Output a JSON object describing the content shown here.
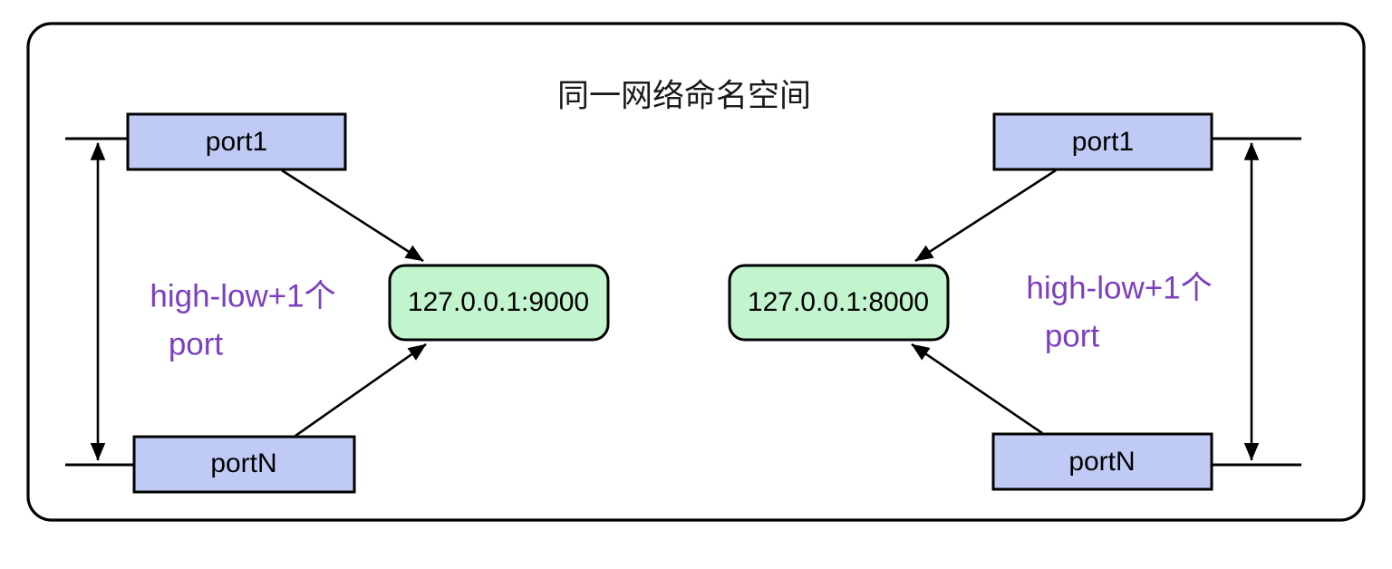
{
  "diagram": {
    "title": "同一网络命名空间",
    "frame": {
      "border_color": "#000000",
      "fill": "#ffffff"
    },
    "colors": {
      "port_box_fill": "#bfcbf5",
      "address_box_fill": "#c2f5ce",
      "stroke": "#000000",
      "annotation_text": "#7b3fbf",
      "title_text": "#1a1a1a"
    },
    "left_group": {
      "top_port": "port1",
      "bottom_port": "portN",
      "address": "127.0.0.1:9000",
      "range_label_line1": "high-low+1个",
      "range_label_line2": "port"
    },
    "right_group": {
      "top_port": "port1",
      "bottom_port": "portN",
      "address": "127.0.0.1:8000",
      "range_label_line1": "high-low+1个",
      "range_label_line2": "port"
    }
  }
}
